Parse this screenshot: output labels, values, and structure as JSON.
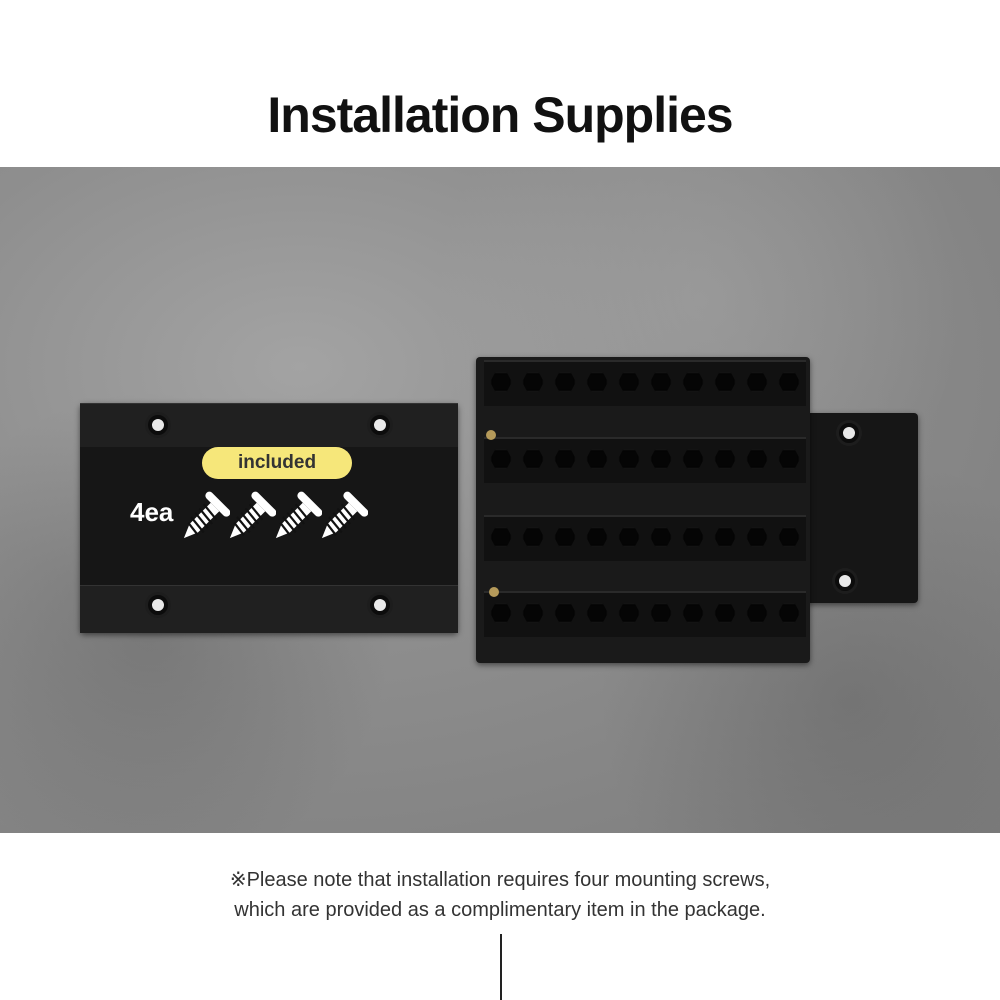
{
  "title": "Installation Supplies",
  "badge": "included",
  "quantity": "4ea",
  "note_lines": [
    "※Please note that installation requires four mounting screws,",
    "which are provided as a complimentary item in the package."
  ],
  "colors": {
    "badge": "#f6e77a",
    "product": "#161616"
  }
}
